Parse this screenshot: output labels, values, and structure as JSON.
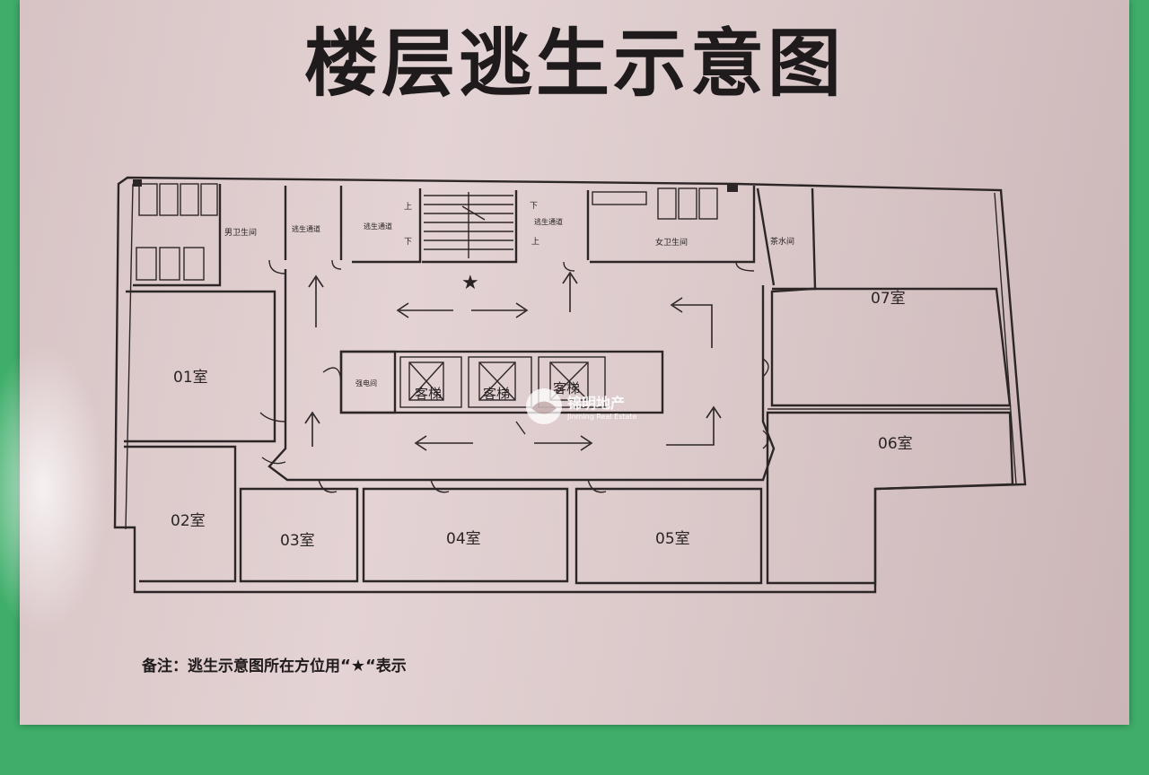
{
  "title": "楼层逃生示意图",
  "note": {
    "prefix": "备注：逃生示意图所在方位用",
    "symbol": "“★“",
    "suffix": "表示"
  },
  "rooms": {
    "r01": "01室",
    "r02": "02室",
    "r03": "03室",
    "r04": "04室",
    "r05": "05室",
    "r06": "06室",
    "r07": "07室",
    "mens_toilet": "男卫生间",
    "womens_toilet": "女卫生间",
    "tea_room": "茶水间",
    "electric_room": "强电间",
    "escape_left": "逃生通道",
    "escape_mid": "逃生通道",
    "escape_right": "逃生通道",
    "up1": "上",
    "down1": "下",
    "down2": "下",
    "up2": "上",
    "elevator1": "客梯",
    "elevator2": "客梯",
    "elevator3": "客梯"
  },
  "you_are_here": "★",
  "watermark": {
    "cn": "锦明地产",
    "en": "Jinming Real Estate"
  }
}
